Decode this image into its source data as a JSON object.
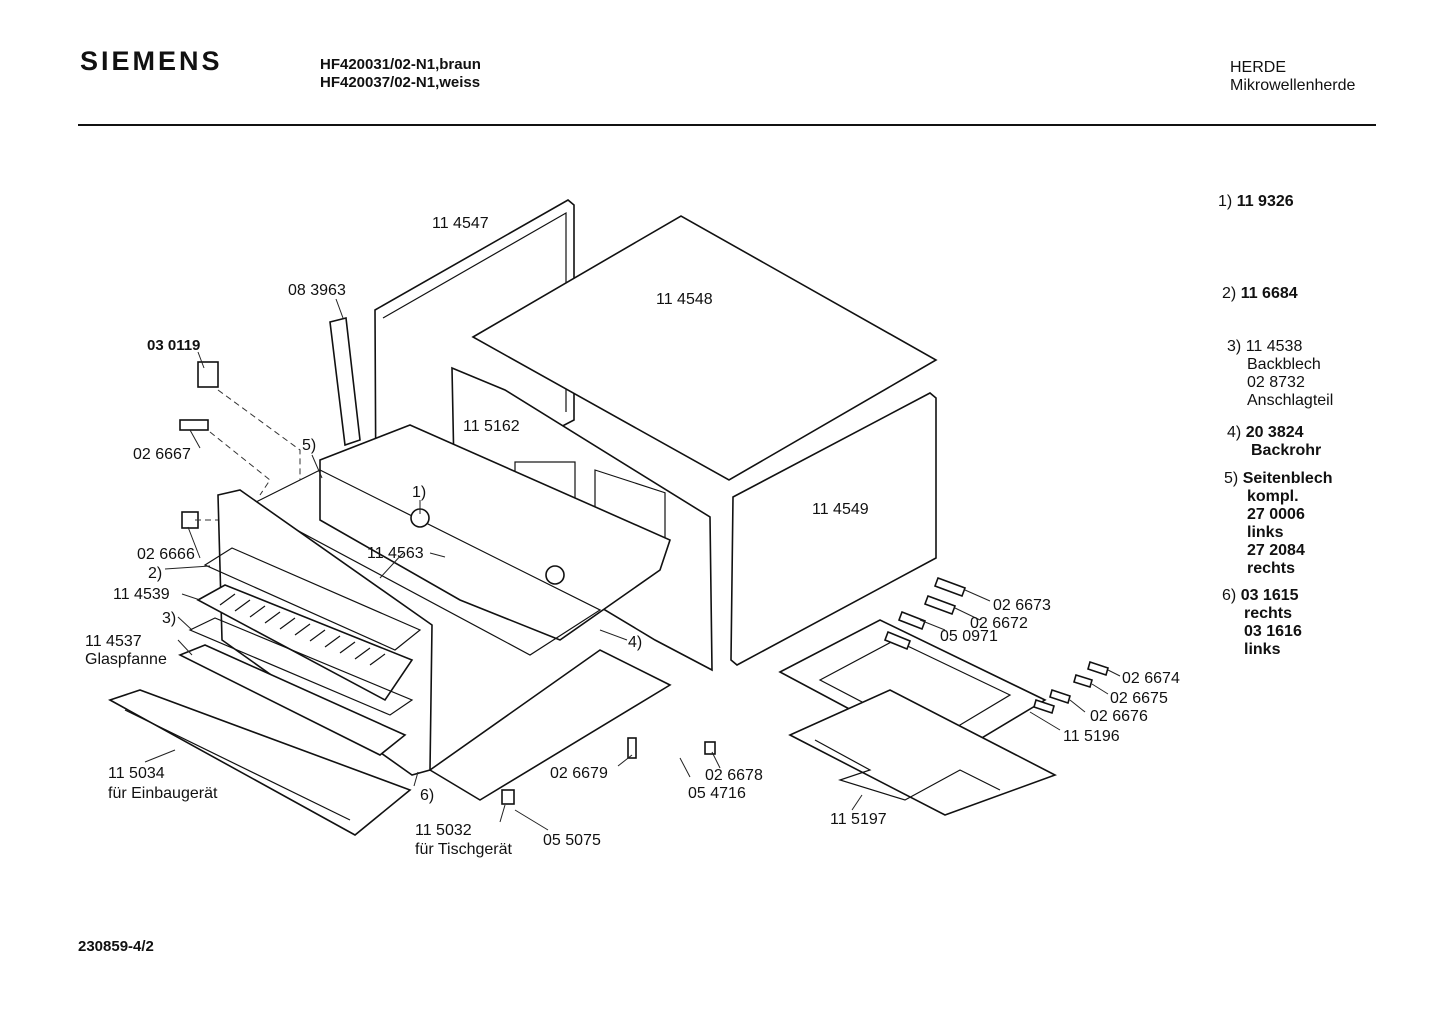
{
  "header": {
    "brand": "SIEMENS",
    "model_1": "HF420031/02-N1,braun",
    "model_2": "HF420037/02-N1,weiss",
    "category": "HERDE",
    "subcategory": "Mikrowellenherde"
  },
  "labels": {
    "l_114547": "11 4547",
    "l_114548": "11 4548",
    "l_083963": "08 3963",
    "l_030119": "03 0119",
    "l_026667": "02 6667",
    "l_5": "5)",
    "l_115162": "11 5162",
    "l_1": "1)",
    "l_114549": "11 4549",
    "l_026666": "02 6666",
    "l_2": "2)",
    "l_114563": "11 4563",
    "l_114539": "11 4539",
    "l_3": "3)",
    "l_114537": "11 4537",
    "l_glaspfanne": "Glaspfanne",
    "l_4": "4)",
    "l_026673": "02 6673",
    "l_026672": "02 6672",
    "l_050971": "05 0971",
    "l_026674": "02 6674",
    "l_026675": "02 6675",
    "l_026676": "02 6676",
    "l_115196": "11 5196",
    "l_115034": "11 5034",
    "l_einbau": "für Einbaugerät",
    "l_6": "6)",
    "l_026679": "02 6679",
    "l_026678": "02 6678",
    "l_054716": "05 4716",
    "l_115032": "11 5032",
    "l_tisch": "für Tischgerät",
    "l_055075": "05 5075",
    "l_115197": "11 5197"
  },
  "legend": {
    "n1_key": "1)",
    "n1_val": "11 9326",
    "n2_key": "2)",
    "n2_val": "11 6684",
    "n3_key": "3)",
    "n3_val": "11 4538",
    "n3_a": "Backblech",
    "n3_b": "02 8732",
    "n3_c": "Anschlagteil",
    "n4_key": "4)",
    "n4_val": "20 3824",
    "n4_a": "Backrohr",
    "n5_key": "5)",
    "n5_val": "Seitenblech",
    "n5_a": "kompl.",
    "n5_b": "27 0006",
    "n5_c": "links",
    "n5_d": "27 2084",
    "n5_e": "rechts",
    "n6_key": "6)",
    "n6_val": "03 1615",
    "n6_a": "rechts",
    "n6_b": "03 1616",
    "n6_c": "links"
  },
  "footer": {
    "doc_number": "230859-4/2"
  }
}
